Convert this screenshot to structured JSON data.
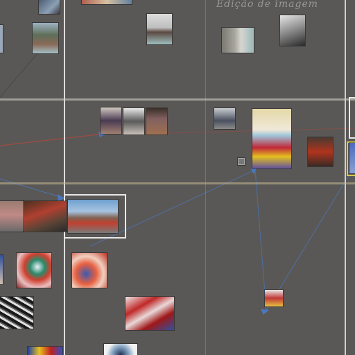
{
  "canvas": {
    "background": "#5a5856",
    "handwritten_note": "Edição de imagem",
    "accent_link_color": "#4a78c0",
    "accent_link_color_red": "#b0483c"
  },
  "thumbnails": [
    {
      "name": "thumb-top-left-small"
    },
    {
      "name": "thumb-top-strip"
    },
    {
      "name": "thumb-top-center"
    },
    {
      "name": "thumb-top-mid-right"
    },
    {
      "name": "thumb-top-right"
    },
    {
      "name": "thumb-plant-pot"
    },
    {
      "name": "thumb-people-1"
    },
    {
      "name": "thumb-people-2"
    },
    {
      "name": "thumb-people-3"
    },
    {
      "name": "thumb-people-4"
    },
    {
      "name": "thumb-collage-large"
    },
    {
      "name": "thumb-red-door"
    },
    {
      "name": "thumb-blue-edge"
    },
    {
      "name": "thumb-street-1"
    },
    {
      "name": "thumb-street-2"
    },
    {
      "name": "thumb-street-selected"
    },
    {
      "name": "thumb-swirl-1"
    },
    {
      "name": "thumb-swirl-2"
    },
    {
      "name": "thumb-swirl-3"
    },
    {
      "name": "thumb-marble-bw"
    },
    {
      "name": "thumb-swirl-red"
    },
    {
      "name": "thumb-small-bottom"
    },
    {
      "name": "thumb-bottom-1"
    },
    {
      "name": "thumb-bottom-2"
    }
  ]
}
